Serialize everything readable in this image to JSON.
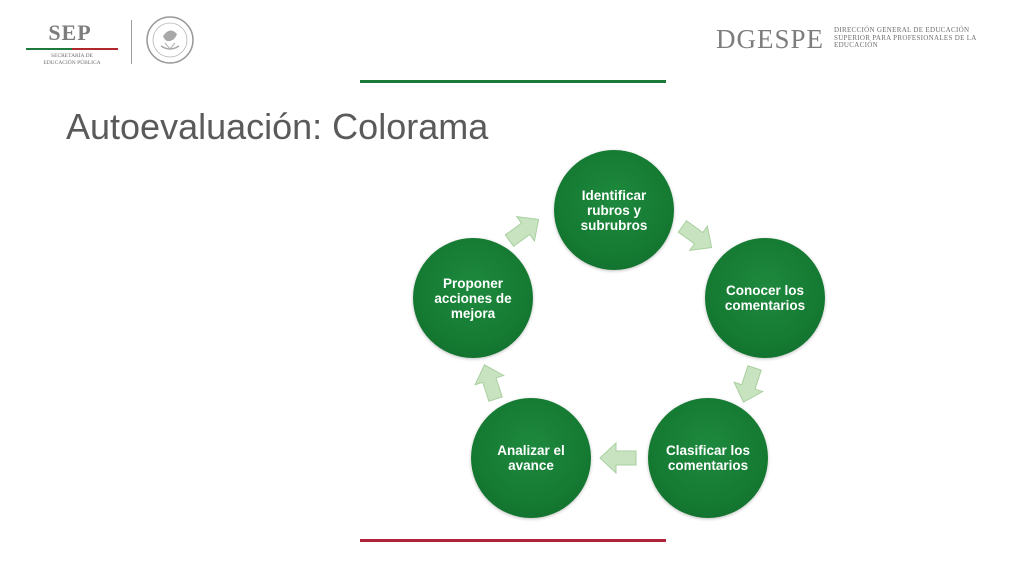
{
  "header": {
    "sep_logo": {
      "name": "SEP",
      "subtitle_line1": "SECRETARÍA DE",
      "subtitle_line2": "EDUCACIÓN PÚBLICA"
    },
    "national_seal": {
      "icon": "mexican-coat-of-arms-seal"
    },
    "dgespe_logo": {
      "name": "DGESPE",
      "desc_line1": "DIRECCIÓN GENERAL DE EDUCACIÓN",
      "desc_line2": "SUPERIOR PARA PROFESIONALES DE LA",
      "desc_line3": "EDUCACIÓN"
    }
  },
  "slide": {
    "title": "Autoevaluación: Colorama"
  },
  "cycle": {
    "steps": [
      {
        "label": "Identificar rubros y subrubros"
      },
      {
        "label": "Conocer los comentarios"
      },
      {
        "label": "Clasificar los comentarios"
      },
      {
        "label": "Analizar el avance"
      },
      {
        "label": "Proponer acciones de mejora"
      }
    ],
    "arrow_icon": "right-arrow-icon"
  },
  "colors": {
    "circle_green": "#157a32",
    "arrow_green": "#c8e3c0",
    "title_gray": "#5a5a5a",
    "top_rule": "#1b7a3a",
    "bottom_rule": "#b0233a"
  }
}
